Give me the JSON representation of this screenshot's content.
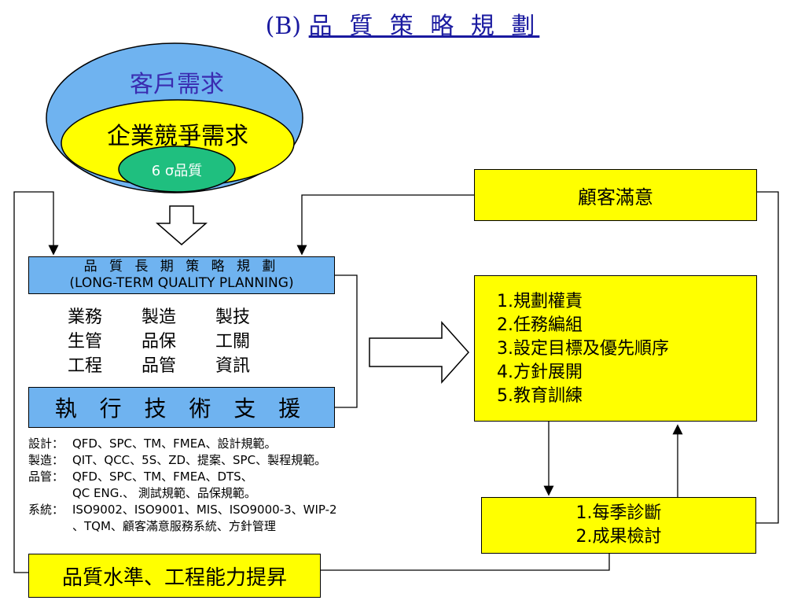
{
  "title": {
    "prefix": "(B)",
    "main": "品 質 策 略 規 劃"
  },
  "ellipse": {
    "outer": "客戶需求",
    "middle": "企業競爭需求",
    "inner": "6 σ品質"
  },
  "long_term_planning": {
    "cn": "品 質 長 期 策 略 規 劃",
    "en": "(LONG-TERM QUALITY PLANNING)"
  },
  "departments": [
    "業務",
    "製造",
    "製技",
    "生管",
    "品保",
    "工關",
    "工程",
    "品管",
    "資訊"
  ],
  "execution_support": "執 行 技 術 支 援",
  "tech_items": [
    {
      "key": "設計：",
      "lines": [
        "QFD、SPC、TM、FMEA、設計規範。"
      ]
    },
    {
      "key": "製造：",
      "lines": [
        "QIT、QCC、5S、ZD、提案、SPC、製程規範。"
      ]
    },
    {
      "key": "品管：",
      "lines": [
        "QFD、SPC、TM、FMEA、DTS、",
        "QC ENG.、 測試規範、品保規範。"
      ]
    },
    {
      "key": "系統：",
      "lines": [
        "ISO9002、ISO9001、MIS、ISO9000-3、WIP-2",
        "、TQM、顧客滿意服務系統、方針管理"
      ]
    }
  ],
  "customer_satisfaction": "顧客滿意",
  "plan_steps": [
    "1.規劃權責",
    "2.任務編組",
    "3.設定目標及優先順序",
    "4.方針展開",
    "5.教育訓練"
  ],
  "review_steps": [
    "1.每季診斷",
    "2.成果檢討"
  ],
  "quality_improvement": "品質水準、工程能力提昇",
  "colors": {
    "yellow": "#ffff00",
    "blue": "#6fb3f0",
    "ellipse_outer": "#6fb3f0",
    "ellipse_middle": "#ffff00",
    "ellipse_inner": "#1fbf7f",
    "title": "#1a1aa0"
  }
}
